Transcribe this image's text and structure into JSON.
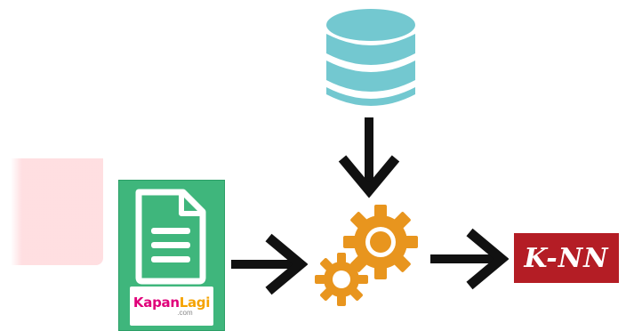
{
  "document": {
    "brand_main": "Kapan",
    "brand_accent": "Lagi",
    "brand_sub": ".com",
    "color": "#3fb67c"
  },
  "database": {
    "color": "#73c8d0"
  },
  "process": {
    "color": "#e8951e"
  },
  "output": {
    "label": "K-NN",
    "color": "#b41d25"
  },
  "arrows": {
    "color": "#111111"
  },
  "icons": [
    "document-icon",
    "database-icon",
    "gears-icon",
    "arrow-icon"
  ]
}
